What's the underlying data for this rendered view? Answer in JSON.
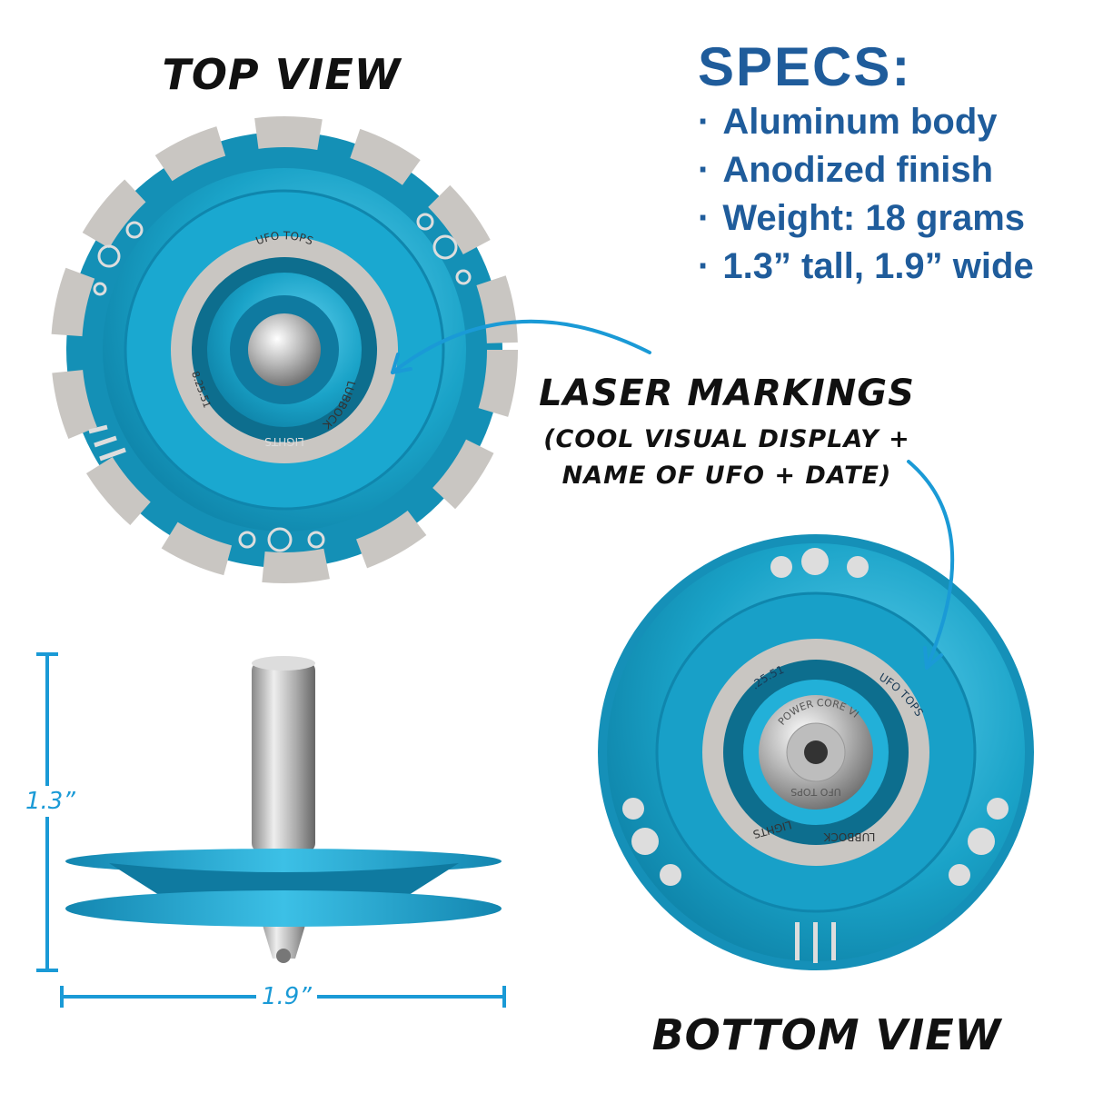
{
  "top_view": {
    "title": "TOP VIEW",
    "engraving": {
      "brand": "UFO TOPS",
      "city": "LUBBOCK",
      "name": "LIGHTS",
      "date": "8.25.51"
    }
  },
  "bottom_view": {
    "title": "BOTTOM VIEW",
    "engraving": {
      "brand": "UFO TOPS",
      "date": "8.25.51",
      "city": "LUBBOCK",
      "name": "LIGHTS",
      "core": "POWER CORE VI",
      "core_brand": "UFO TOPS"
    }
  },
  "specs": {
    "title": "SPECS:",
    "bullet": "·",
    "items": [
      "Aluminum body",
      "Anodized finish",
      "Weight: 18 grams",
      "1.3” tall, 1.9” wide"
    ]
  },
  "callout": {
    "title": "LASER MARKINGS",
    "line1": "(COOL VISUAL DISPLAY +",
    "line2": "NAME OF UFO + DATE)"
  },
  "dimensions": {
    "height": "1.3”",
    "width": "1.9”"
  },
  "colors": {
    "anodized_blue": "#1aa3c8",
    "dark_blue": "#0d6e8e",
    "silver": "#c9c6c2",
    "spec_text": "#1f5c9b",
    "dimension_line": "#1a9ad6"
  }
}
